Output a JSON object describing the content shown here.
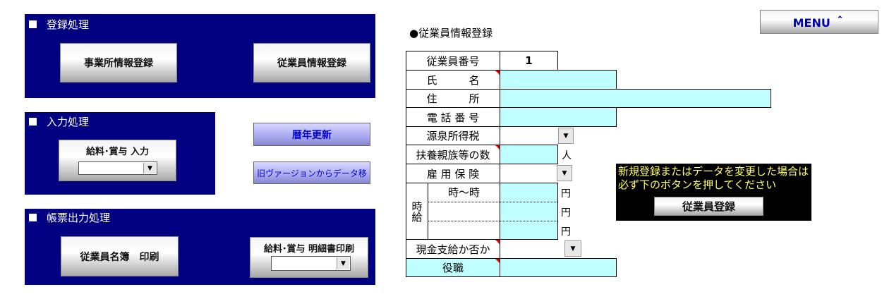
{
  "menu_button": "MENU ＾",
  "panels": {
    "registration": {
      "title": "登録処理",
      "office_button": "事業所情報登録",
      "employee_button": "従業員情報登録"
    },
    "input": {
      "title": "入力処理",
      "salary_input_label": "給料･賞与 入力",
      "salary_input_value": ""
    },
    "output": {
      "title": "帳票出力処理",
      "roster_button": "従業員名簿　印刷",
      "statement_label": "給料･賞与 明細書印刷",
      "statement_value": ""
    }
  },
  "side_buttons": {
    "year_update": "暦年更新",
    "migrate": "旧ヴァージョンからデータ移"
  },
  "form": {
    "title": "●従業員情報登録",
    "employee_no_label": "従業員番号",
    "employee_no": "1",
    "name_label": "氏　　　名",
    "name": "",
    "address_label": "住　　　所",
    "address": "",
    "phone_label": "電 話 番 号",
    "phone": "",
    "withholding_label": "源泉所得税",
    "withholding": "",
    "dependents_label": "扶養親族等の数",
    "dependents": "",
    "dependents_unit": "人",
    "employment_ins_label": "雇 用 保 険",
    "employment_ins": "",
    "hourly_label": "時給",
    "hourly_sub_label": "時～時",
    "hourly_unit": "円",
    "cash_label": "現金支給か否か",
    "cash": "",
    "position_label": "役職",
    "position": ""
  },
  "notice": {
    "text": "新規登録またはデータを変更した場合は必ず下のボタンを押してください",
    "register_button": "従業員登録"
  }
}
